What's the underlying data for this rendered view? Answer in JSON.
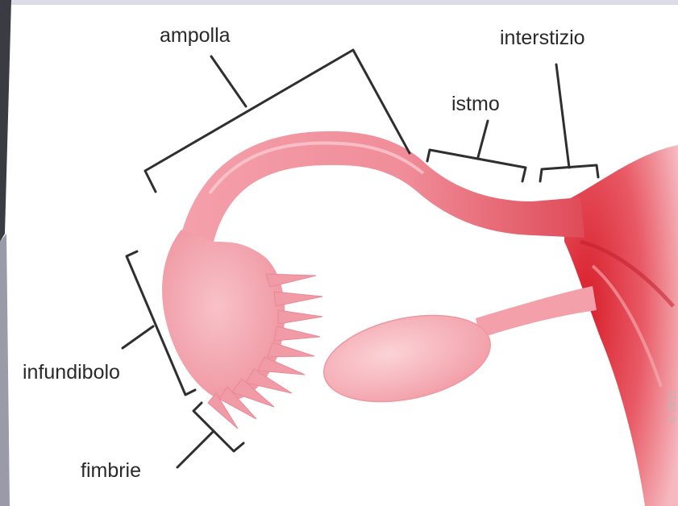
{
  "labels": {
    "ampolla": "ampolla",
    "istmo": "istmo",
    "interstizio": "interstizio",
    "infundibolo": "infundibolo",
    "fimbrie": "fimbrie"
  },
  "watermark": "© 2011",
  "colors": {
    "tube": "#f3a3ad",
    "tube_dark": "#e66676",
    "uterus": "#d9353f",
    "ovary": "#f7b6bd",
    "frame_left": "#3d3d46",
    "frame_top": "#d8d8e4"
  }
}
